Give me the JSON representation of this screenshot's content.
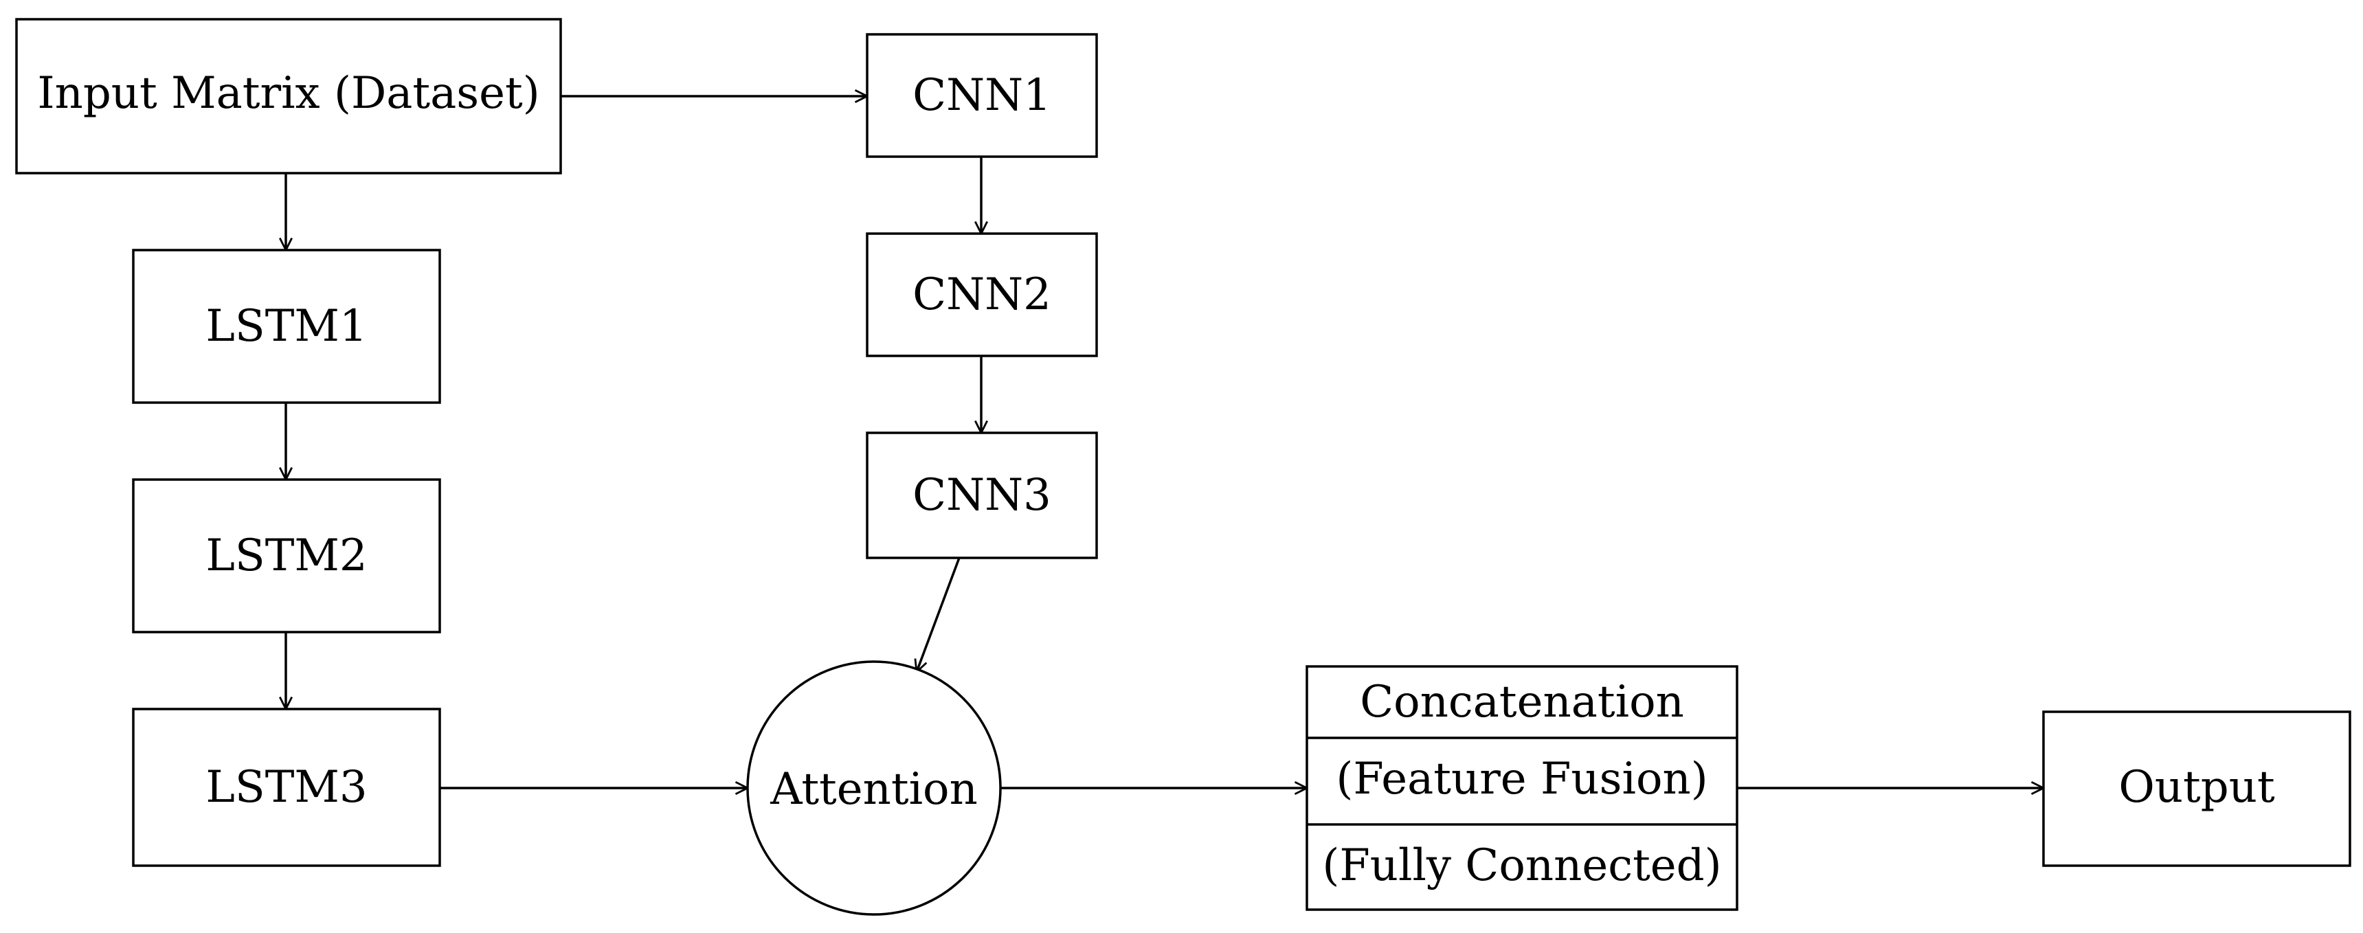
{
  "nodes": {
    "input": "Input Matrix (Dataset)",
    "lstm1": "LSTM1",
    "lstm2": "LSTM2",
    "lstm3": "LSTM3",
    "cnn1": "CNN1",
    "cnn2": "CNN2",
    "cnn3": "CNN3",
    "attention": "Attention",
    "concat": {
      "line1": "Concatenation",
      "line2": "(Feature Fusion)",
      "line3": "(Fully Connected)"
    },
    "output": "Output"
  },
  "edges": [
    {
      "from": "input",
      "to": "cnn1"
    },
    {
      "from": "input",
      "to": "lstm1"
    },
    {
      "from": "lstm1",
      "to": "lstm2"
    },
    {
      "from": "lstm2",
      "to": "lstm3"
    },
    {
      "from": "cnn1",
      "to": "cnn2"
    },
    {
      "from": "cnn2",
      "to": "cnn3"
    },
    {
      "from": "cnn3",
      "to": "attention"
    },
    {
      "from": "lstm3",
      "to": "attention"
    },
    {
      "from": "attention",
      "to": "concat"
    },
    {
      "from": "concat",
      "to": "output"
    }
  ],
  "colors": {
    "stroke": "#000000",
    "background": "#ffffff"
  }
}
